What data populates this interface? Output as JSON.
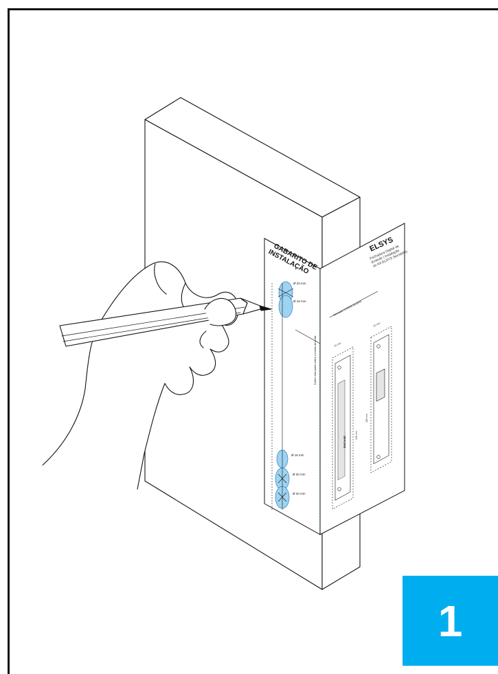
{
  "step": {
    "number": "1"
  },
  "template": {
    "title_line1": "GABARITO DE",
    "title_line2": "INSTALAÇÃO",
    "brand": "ELSYS",
    "desc_line1": "Fechadura Digital de",
    "desc_line2": "Embutir | Instalação",
    "desc_line3": "do Kit ELSYS Sensibility",
    "hole1": "Ø 20 mm",
    "hole2": "Ø 16 mm",
    "hole3": "Ø 16 mm",
    "hole4": "Ø 20 mm",
    "hole5": "Ø 20 mm",
    "mortise_label": "ENCAIXE",
    "strike_label": "Marcação na borda da porta",
    "dim_22a": "22 mm",
    "dim_22b": "22 mm",
    "dim_130": "130 mm",
    "dim_180": "180 mm",
    "fold_text": "Dobre esta parte sobre a borda da porta"
  },
  "colors": {
    "accent": "#00aeef",
    "hole_fill": "#9fd3f2",
    "line": "#111111"
  }
}
